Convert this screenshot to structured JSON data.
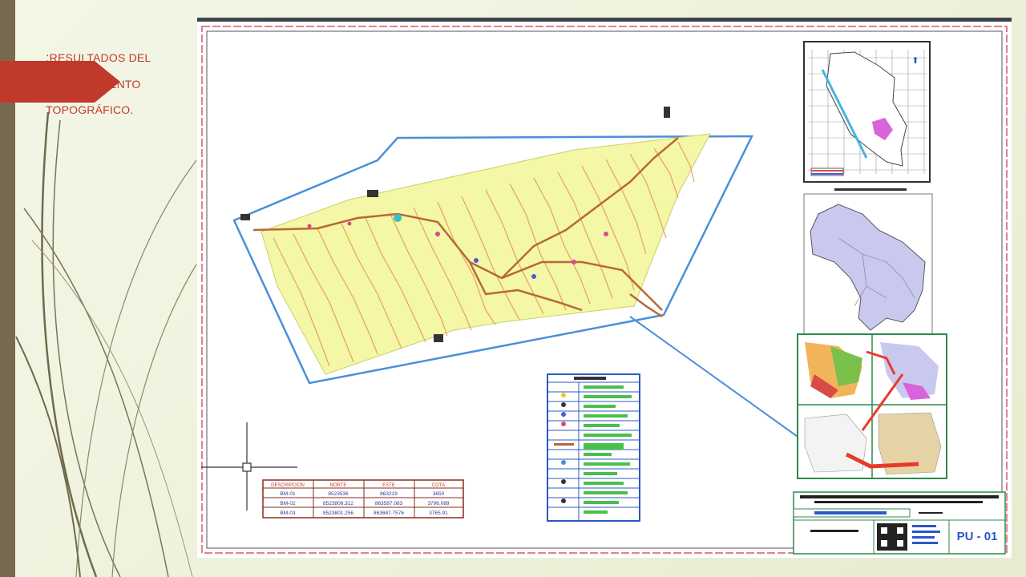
{
  "slide": {
    "title_lead": ":",
    "title_text": "RESULTADOS DEL LEVANTAMIENTO TOPOGRÁFICO."
  },
  "plan": {
    "sheet_code": "PU - 01"
  },
  "bm_table": {
    "headers": [
      "DESCRIPCION",
      "NORTE",
      "ESTE",
      "COTA"
    ],
    "rows": [
      [
        "BM-01",
        "8523536",
        "863219",
        "3650"
      ],
      [
        "BM-02",
        "8523806.312",
        "863587.083",
        "3796.089"
      ],
      [
        "BM-03",
        "8523801.256",
        "863687.7576",
        "3765.91"
      ]
    ]
  },
  "colors": {
    "accent": "#c0392b",
    "left_bar": "#786a4f",
    "boundary": "#4a90d9",
    "contour": "#e8a35a",
    "terrain": "#f3f7a6",
    "road": "#b8683a",
    "table_border": "#8a2a1f",
    "legend_border": "#2c58c7"
  },
  "icons": {
    "compass": "north-arrow-icon",
    "crosshair": "crosshair-icon"
  }
}
